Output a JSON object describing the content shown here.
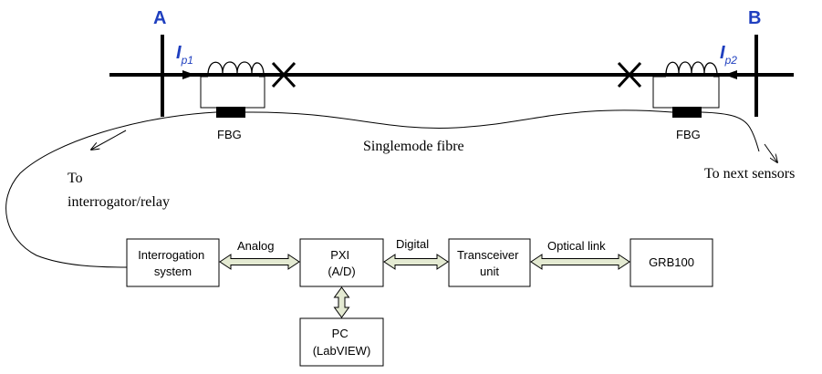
{
  "buses": {
    "a_label": "A",
    "b_label": "B",
    "label_color": "#1f3fbf"
  },
  "currents": {
    "p1_main": "I",
    "p1_sub": "p1",
    "p2_main": "I",
    "p2_sub": "p2",
    "color": "#1f3fbf"
  },
  "sensors": {
    "fbg_left": "FBG",
    "fbg_right": "FBG"
  },
  "fibre": {
    "label": "Singlemode fibre",
    "to_interrogator_line1": "To",
    "to_interrogator_line2": "interrogator/relay",
    "to_next_sensors": "To next sensors"
  },
  "blocks": {
    "interrogation_line1": "Interrogation",
    "interrogation_line2": "system",
    "pxi_line1": "PXI",
    "pxi_line2": "(A/D)",
    "transceiver_line1": "Transceiver",
    "transceiver_line2": "unit",
    "grb100": "GRB100",
    "pc_line1": "PC",
    "pc_line2": "(LabVIEW)"
  },
  "links": {
    "analog": "Analog",
    "digital": "Digital",
    "optical": "Optical link"
  },
  "arrow_fill": "#e4ead2"
}
